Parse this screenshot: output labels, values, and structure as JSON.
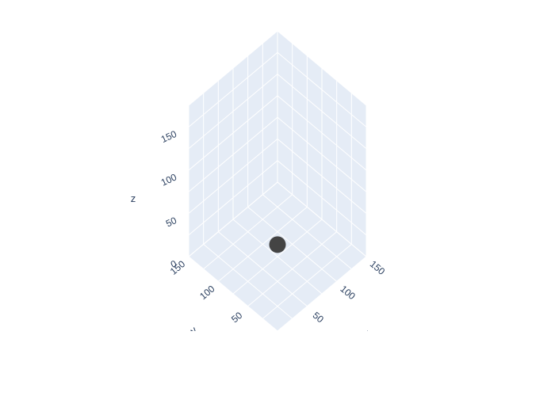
{
  "chart_data": {
    "type": "scatter3d",
    "title": "",
    "colors": {
      "pane": "#e5ecf6",
      "grid": "#ffffff",
      "text": "#2a3f5f",
      "marker": "#444444"
    },
    "axes": {
      "x": {
        "label": "x",
        "range": [
          0,
          150
        ],
        "ticks": [
          "0",
          "50",
          "100",
          "150"
        ],
        "grid_values": [
          0,
          25,
          50,
          75,
          100,
          125,
          150
        ]
      },
      "y": {
        "label": "y",
        "range": [
          0,
          150
        ],
        "ticks": [
          "0",
          "50",
          "100",
          "150"
        ],
        "grid_values": [
          0,
          25,
          50,
          75,
          100,
          125,
          150
        ]
      },
      "z": {
        "label": "z",
        "range": [
          0,
          175
        ],
        "ticks": [
          "0",
          "50",
          "100",
          "150"
        ],
        "grid_values": [
          0,
          25,
          50,
          75,
          100,
          125,
          150,
          175
        ]
      }
    },
    "points": [
      {
        "x": 0,
        "y": 0,
        "z": 100
      }
    ],
    "grid": true,
    "legend": "none"
  }
}
